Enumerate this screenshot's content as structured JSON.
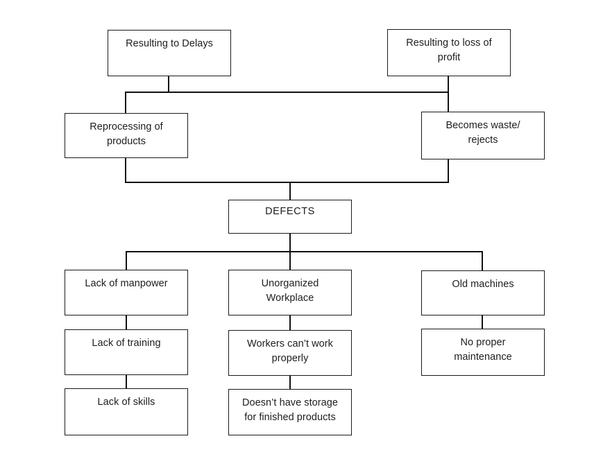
{
  "diagram": {
    "title": "DEFECTS cause-and-effect tree",
    "type": "tree-flowchart",
    "orientation": "vertical",
    "colors": {
      "background": "#ffffff",
      "box_fill": "#ffffff",
      "box_border": "#1a1a1a",
      "connector": "#111111",
      "text": "#1d1d1d"
    },
    "root": {
      "id": "defects",
      "label": "DEFECTS"
    },
    "effects": {
      "level_1": [
        {
          "id": "reprocessing-of-products",
          "label": "Reprocessing of\nproducts"
        },
        {
          "id": "becomes-waste-rejects",
          "label": "Becomes waste/\nrejects"
        }
      ],
      "level_2": [
        {
          "id": "resulting-to-delays",
          "label": "Resulting to Delays"
        },
        {
          "id": "resulting-to-loss-of-profit",
          "label": "Resulting to loss of\nprofit"
        }
      ]
    },
    "causes": {
      "columns": [
        {
          "id": "manpower",
          "nodes": [
            {
              "id": "lack-of-manpower",
              "label": "Lack of manpower"
            },
            {
              "id": "lack-of-training",
              "label": "Lack of training"
            },
            {
              "id": "lack-of-skills",
              "label": "Lack of skills"
            }
          ]
        },
        {
          "id": "workplace",
          "nodes": [
            {
              "id": "unorganized-workplace",
              "label": "Unorganized\nWorkplace"
            },
            {
              "id": "workers-cant-work-properly",
              "label": "Workers can’t work\nproperly"
            },
            {
              "id": "doesnt-have-storage",
              "label": "Doesn’t have storage\nfor finished products"
            }
          ]
        },
        {
          "id": "machines",
          "nodes": [
            {
              "id": "old-machines",
              "label": "Old machines"
            },
            {
              "id": "no-proper-maintenance",
              "label": "No proper\nmaintenance"
            }
          ]
        }
      ]
    }
  }
}
